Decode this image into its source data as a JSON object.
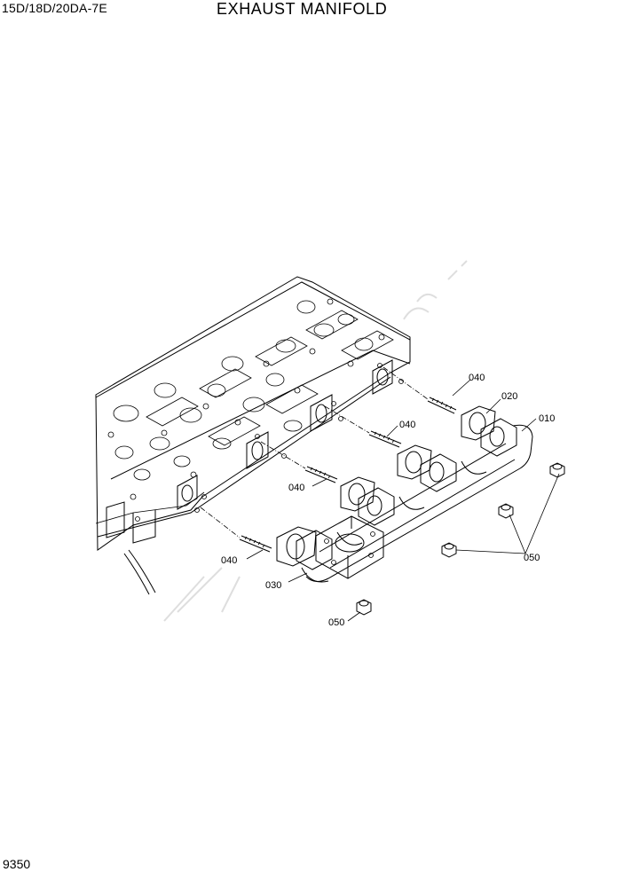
{
  "header": {
    "model": "15D/18D/20DA-7E",
    "title": "EXHAUST MANIFOLD"
  },
  "footer": {
    "page_number": "9350"
  },
  "callouts": {
    "c010": "010",
    "c020": "020",
    "c030": "030",
    "c040_a": "040",
    "c040_b": "040",
    "c040_c": "040",
    "c040_d": "040",
    "c050_a": "050",
    "c050_b": "050"
  }
}
